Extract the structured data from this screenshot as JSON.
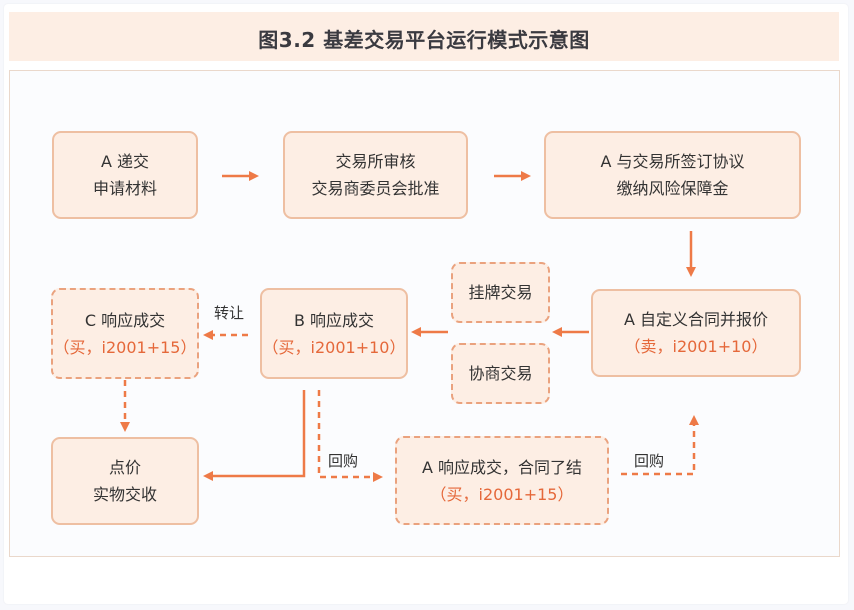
{
  "title": "图3.2 基差交易平台运行模式示意图",
  "colors": {
    "accent": "#ee7a47",
    "box_fill": "#fdeee4",
    "box_border": "#eebfa2",
    "highlight_text": "#e5683a"
  },
  "nodes": {
    "a_submit": {
      "line1": "A 递交",
      "line2": "申请材料"
    },
    "exchange_review": {
      "line1": "交易所审核",
      "line2": "交易商委员会批准"
    },
    "a_sign": {
      "line1": "A 与交易所签订协议",
      "line2": "缴纳风险保障金"
    },
    "a_define": {
      "line1": "A 自定义合同并报价",
      "line2": "（卖，i2001+10）"
    },
    "listed_trade": {
      "line1": "挂牌交易"
    },
    "negotiated_trade": {
      "line1": "协商交易"
    },
    "b_respond": {
      "line1": "B 响应成交",
      "line2": "（买，i2001+10）"
    },
    "c_respond": {
      "line1": "C 响应成交",
      "line2": "（买，i2001+15）"
    },
    "delivery": {
      "line1": "点价",
      "line2": "实物交收"
    },
    "a_close": {
      "line1": "A 响应成交，合同了结",
      "line2": "（买，i2001+15）"
    }
  },
  "edge_labels": {
    "transfer": "转让",
    "buyback_1": "回购",
    "buyback_2": "回购"
  }
}
